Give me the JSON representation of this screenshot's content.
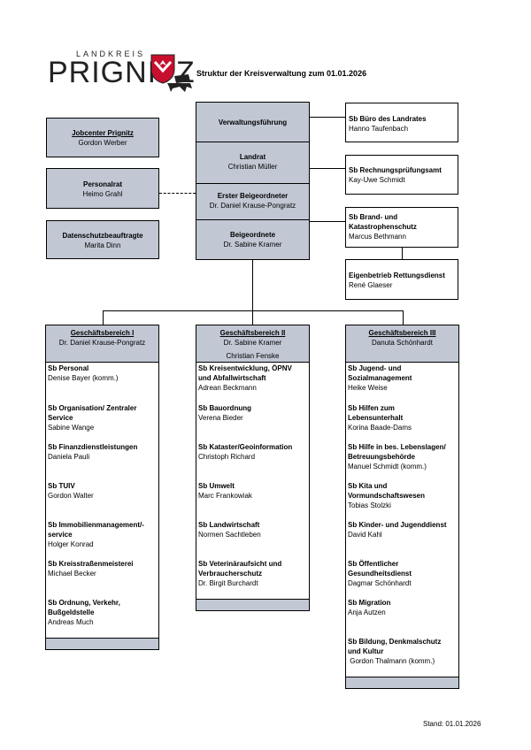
{
  "logo": {
    "top": "LANDKREIS",
    "main": "PRIGNITZ"
  },
  "title": "Struktur der Kreisverwaltung zum 01.01.2026",
  "center": {
    "verwaltungsfuehrung": "Verwaltungsführung",
    "landrat": {
      "title": "Landrat",
      "name": "Christian Müller"
    },
    "beigeordneter": {
      "title": "Erster Beigeordneter",
      "name": "Dr. Daniel Krause-Pongratz"
    },
    "beigeordnete": {
      "title": "Beigeordnete",
      "name": "Dr. Sabine Kramer"
    }
  },
  "left": {
    "jobcenter": {
      "title": "Jobcenter Prignitz",
      "name": "Gordon Werber"
    },
    "personalrat": {
      "title": "Personalrat",
      "name": "Heimo Grahl"
    },
    "datenschutz": {
      "title": "Datenschutzbeauftragte",
      "name": "Marita Dinn"
    }
  },
  "right": {
    "buero": {
      "title": "Sb Büro des Landrates",
      "name": "Hanno Taufenbach"
    },
    "rpa": {
      "title": "Sb  Rechnungsprüfungsamt",
      "name": "Kay-Uwe Schmidt"
    },
    "brand": {
      "title1": "Sb Brand- und",
      "title2": "Katastrophenschutz",
      "name": "Marcus Bethmann"
    },
    "rettung": {
      "title": "Eigenbetrieb Rettungsdienst",
      "name": "René Glaeser"
    }
  },
  "gb1": {
    "title": "Geschäftsbereich I",
    "name": "Dr. Daniel Krause-Pongratz",
    "items": [
      {
        "t1": "Sb Personal",
        "t2": "",
        "n": "Denise Bayer (komm.)"
      },
      {
        "t1": "Sb Organisation/ Zentraler",
        "t2": "Service",
        "n": "Sabine Wange"
      },
      {
        "t1": "Sb Finanzdienstleistungen",
        "t2": "",
        "n": "Daniela Pauli"
      },
      {
        "t1": "Sb TUIV",
        "t2": "",
        "n": "Gordon Walter"
      },
      {
        "t1": "Sb Immobilienmanagement/-",
        "t2": "service",
        "n": "Holger Konrad"
      },
      {
        "t1": "Sb Kreisstraßenmeisterei",
        "t2": "",
        "n": "Michael Becker"
      },
      {
        "t1": "Sb Ordnung, Verkehr,",
        "t2": "Bußgeldstelle",
        "n": "Andreas Much"
      }
    ]
  },
  "gb2": {
    "title": "Geschäftsbereich II",
    "name": "Dr. Sabine Kramer",
    "name2": "Christian Fenske",
    "items": [
      {
        "t1": "Sb Kreisentwicklung, ÖPNV",
        "t2": "und Abfallwirtschaft",
        "n": "Adrean Beckmann"
      },
      {
        "t1": "Sb Bauordnung",
        "t2": "",
        "n": "Verena Bieder"
      },
      {
        "t1": "Sb Kataster/Geoinformation",
        "t2": "",
        "n": "Christoph Richard"
      },
      {
        "t1": "Sb Umwelt",
        "t2": "",
        "n": "Marc Frankowiak"
      },
      {
        "t1": "Sb Landwirtschaft",
        "t2": "",
        "n": "Normen Sachtleben"
      },
      {
        "t1": "Sb Veterinäraufsicht und",
        "t2": "Verbraucherschutz",
        "n": "Dr. Birgit Burchardt"
      }
    ]
  },
  "gb3": {
    "title": "Geschäftsbereich III",
    "name": "Danuta Schönhardt",
    "items": [
      {
        "t1": "Sb Jugend- und",
        "t2": "Sozialmanagement",
        "t3": "",
        "n": "Heike Weise"
      },
      {
        "t1": "Sb Hilfen zum",
        "t2": "Lebensunterhalt",
        "t3": "",
        "n": "Korina Baade-Dams"
      },
      {
        "t1": "Sb Hilfe in bes. Lebenslagen/",
        "t2": "Betreuungsbehörde",
        "t3": "",
        "n": "Manuel Schmidt (komm.)"
      },
      {
        "t1": "Sb Kita und",
        "t2": "Vormundschaftswesen",
        "t3": "",
        "n": "Tobias Stolzki"
      },
      {
        "t1": "Sb Kinder- und Jugenddienst",
        "t2": "",
        "t3": "",
        "n": "David Kahl"
      },
      {
        "t1": "Sb Öffentlicher",
        "t2": "Gesundheitsdienst",
        "t3": "",
        "n": "Dagmar Schönhardt"
      },
      {
        "t1": "Sb Migration",
        "t2": "",
        "t3": "",
        "n": "Anja Autzen"
      },
      {
        "t1": "Sb Bildung, Denkmalschutz",
        "t2": "und Kultur",
        "t3": "",
        "n": " Gordon Thalmann (komm.)"
      }
    ]
  },
  "stand": "Stand: 01.01.2026",
  "colors": {
    "box_fill": "#c1c8d4",
    "border": "#000000",
    "logo_red": "#c8102e"
  }
}
